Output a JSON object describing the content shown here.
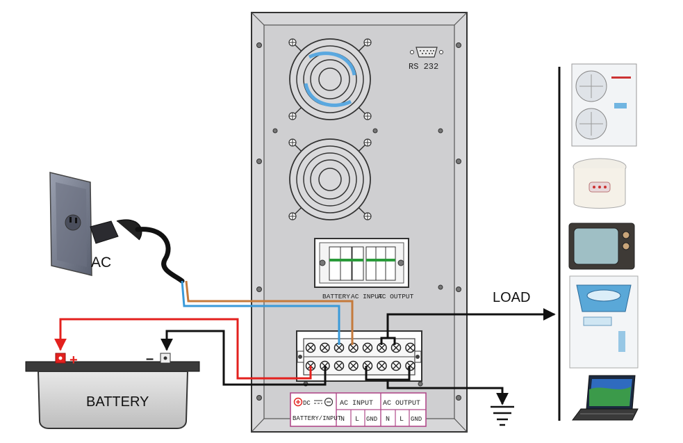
{
  "labels": {
    "ac": "AC",
    "battery": "BATTERY",
    "load": "LOAD",
    "rs232": "RS 232",
    "battery_plus": "+",
    "battery_minus": "–"
  },
  "breaker_labels": {
    "battery": "BATTERY",
    "ac_input": "AC INPUT",
    "ac_output": "AC OUTPUT"
  },
  "terminal_labels": {
    "dc": "DC",
    "battery_input": "BATTERY/INPUT",
    "ac_input": "AC INPUT",
    "ac_output": "AC OUTPUT",
    "n1": "N",
    "l1": "L",
    "gnd1": "GND",
    "n2": "N",
    "l2": "L",
    "gnd2": "GND"
  },
  "wire_colors": {
    "positive": "#e3211e",
    "negative": "#1a1a1a",
    "ac_n": "#3a9ad9",
    "ac_l": "#c47a3c",
    "output": "#1a1a1a"
  },
  "load_devices": [
    "air-conditioner-icon",
    "rice-cooker-icon",
    "tv-icon",
    "washing-machine-icon",
    "laptop-icon"
  ]
}
